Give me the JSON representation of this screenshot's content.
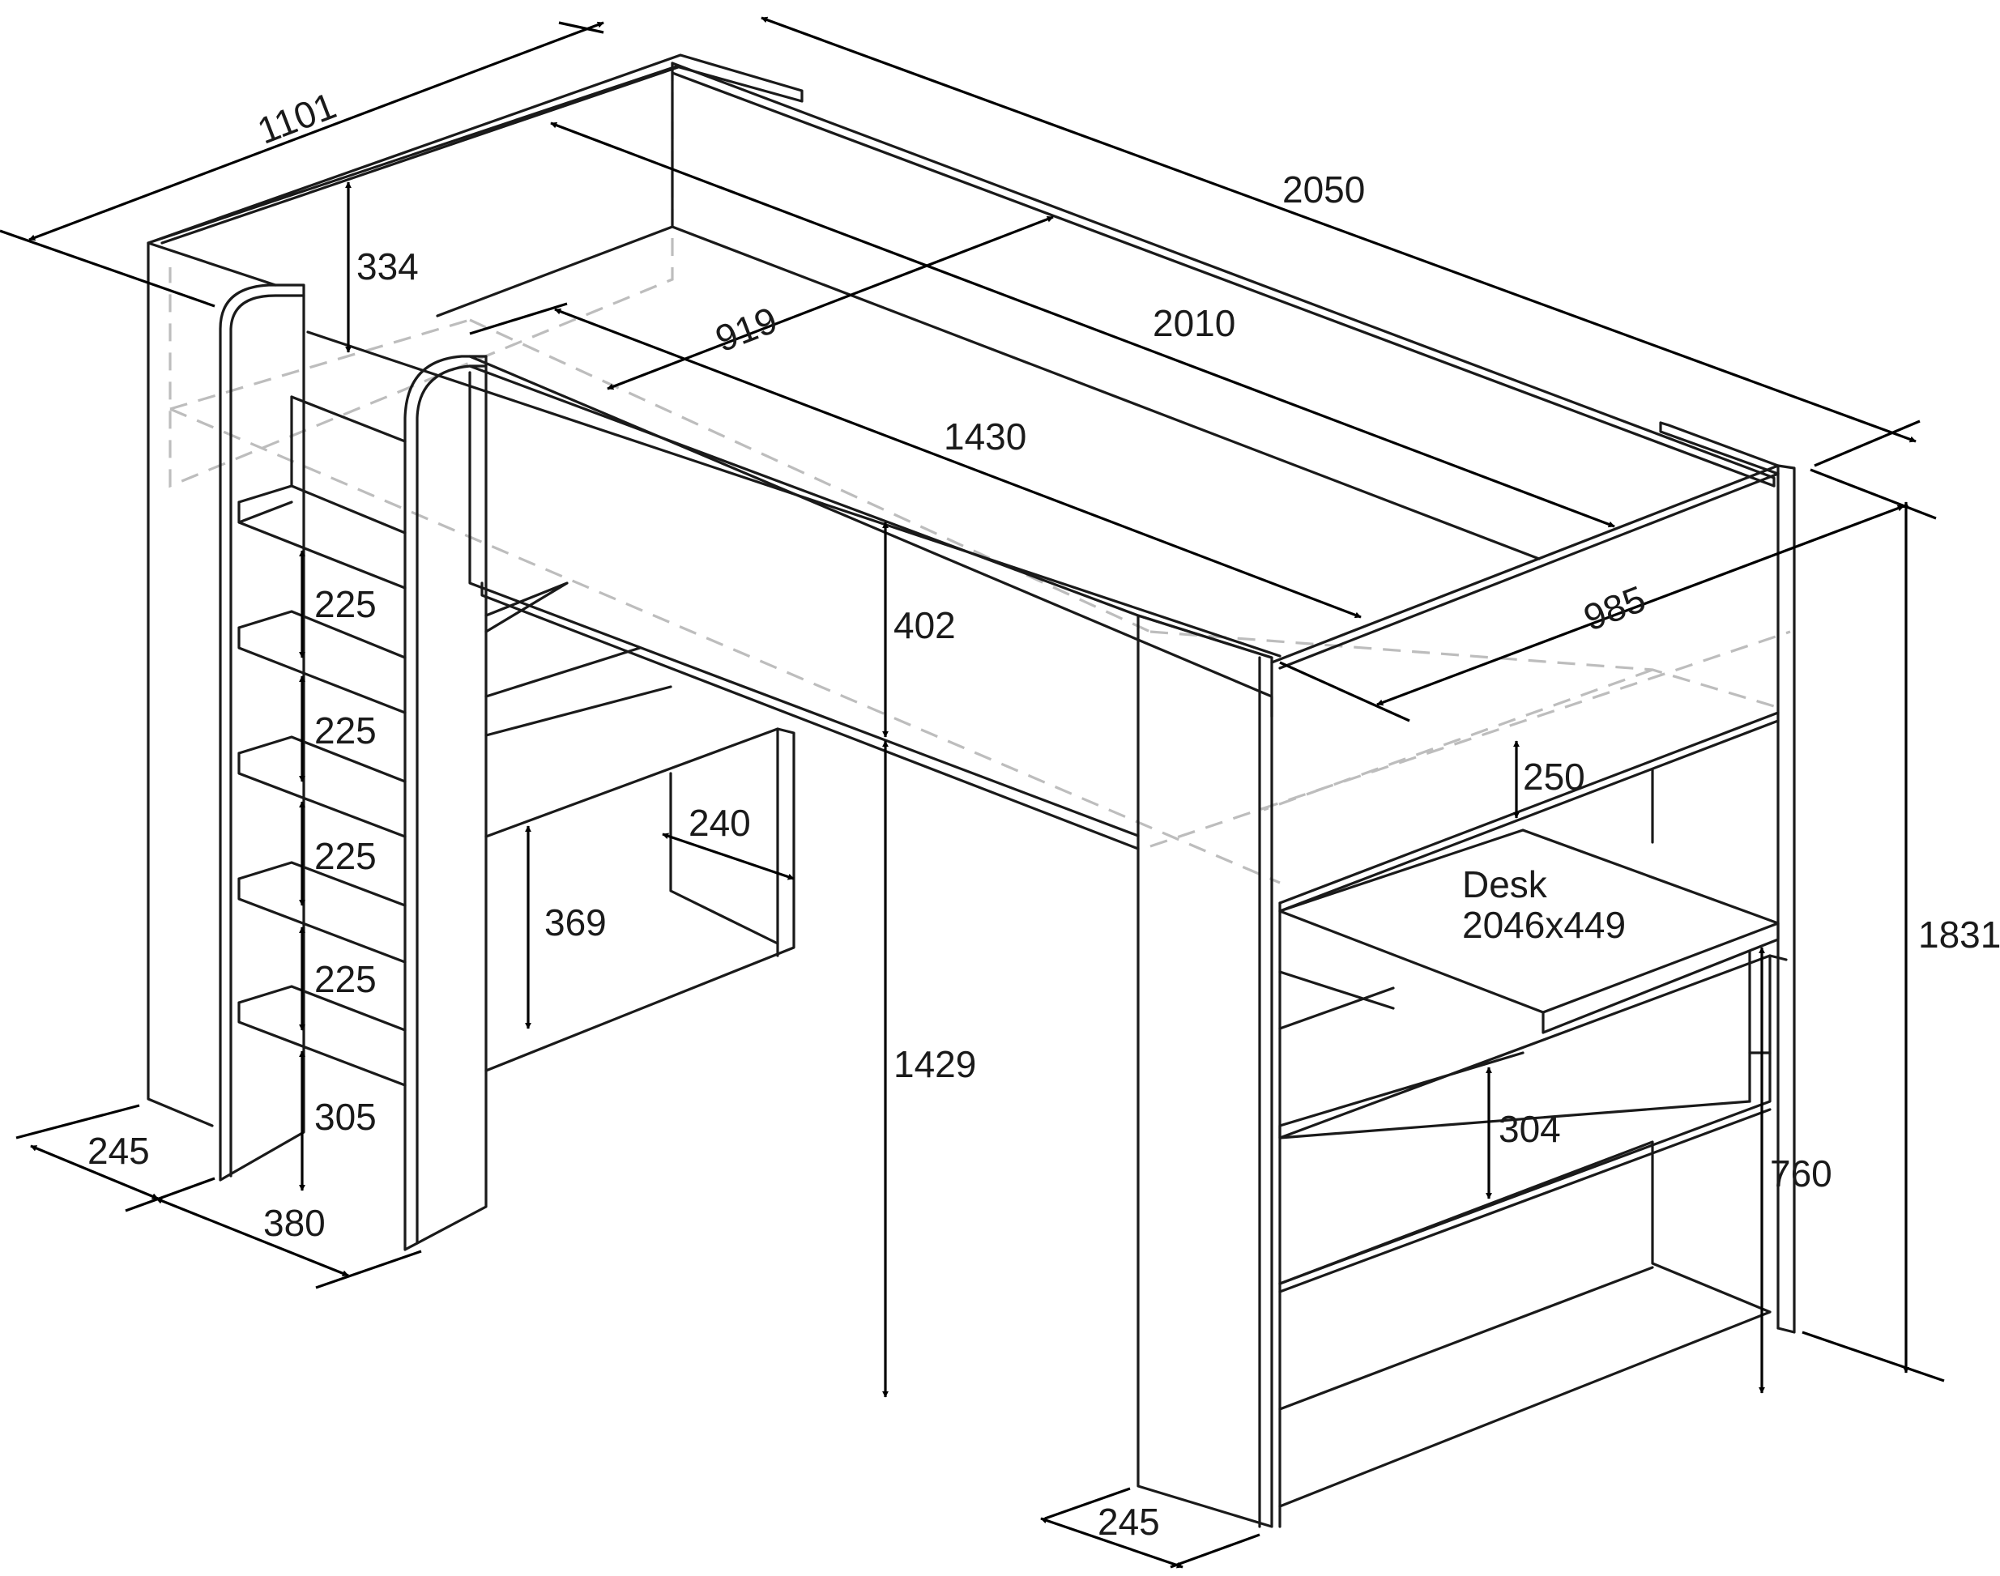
{
  "diagram": {
    "colors": {
      "line": "#1a1a1a",
      "hidden_line": "#bdbdbd",
      "dimension": "#000000",
      "background": "#ffffff"
    },
    "dimensions": {
      "width_overall": "1101",
      "length_overall": "2050",
      "length_inner": "2010",
      "guard_height": "334",
      "guard_width": "919",
      "guard_length": "1430",
      "end_width": "985",
      "panel_height": "402",
      "clearance_height": "1429",
      "total_height": "1831",
      "shelf_gap": "250",
      "shelf_depth": "240",
      "shelf_height": "369",
      "ladder_step_1": "225",
      "ladder_step_2": "225",
      "ladder_step_3": "225",
      "ladder_step_4": "225",
      "ladder_bottom": "305",
      "ladder_depth": "245",
      "ladder_width": "380",
      "leg_depth": "245",
      "desk_height": "760",
      "cupboard_height": "304"
    },
    "desk_label": "Desk",
    "desk_size": "2046x449"
  }
}
